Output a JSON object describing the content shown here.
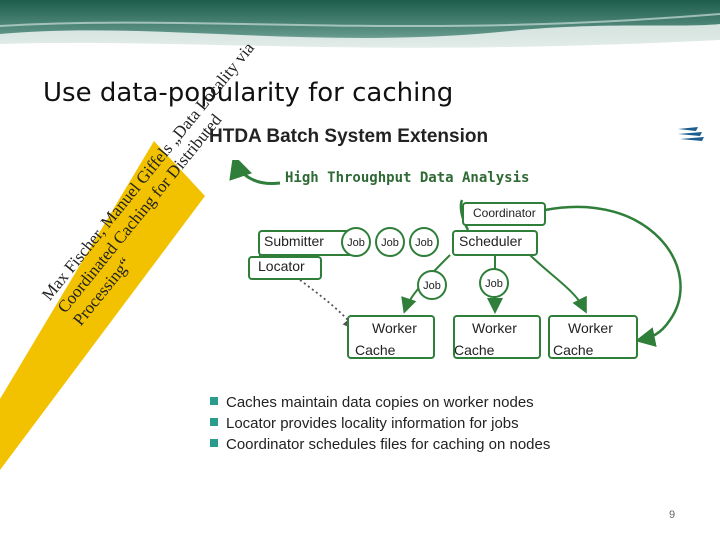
{
  "slide": {
    "title": "Use data-popularity for caching",
    "page_number": "9"
  },
  "citation": {
    "lines": [
      "Max Fischer, Manuel Giffels „Data Locality via",
      "Coordinated Caching for Distributed",
      "Processing“"
    ]
  },
  "figure": {
    "title": "HTDA Batch System Extension",
    "subtitle": "High Throughput Data Analysis",
    "nodes": {
      "coordinator": "Coordinator",
      "submitter": "Submitter",
      "scheduler": "Scheduler",
      "locator": "Locator",
      "worker": "Worker",
      "cache": "Cache",
      "job": "Job"
    }
  },
  "bullets": [
    "Caches maintain data copies on worker nodes",
    "Locator provides locality information for jobs",
    "Coordinator schedules files for caching on nodes"
  ],
  "colors": {
    "accent_green": "#2f7f3a",
    "bullet_teal": "#2b9c8c",
    "citation_band": "#f2c200",
    "banner_green": "#1f6a55"
  }
}
